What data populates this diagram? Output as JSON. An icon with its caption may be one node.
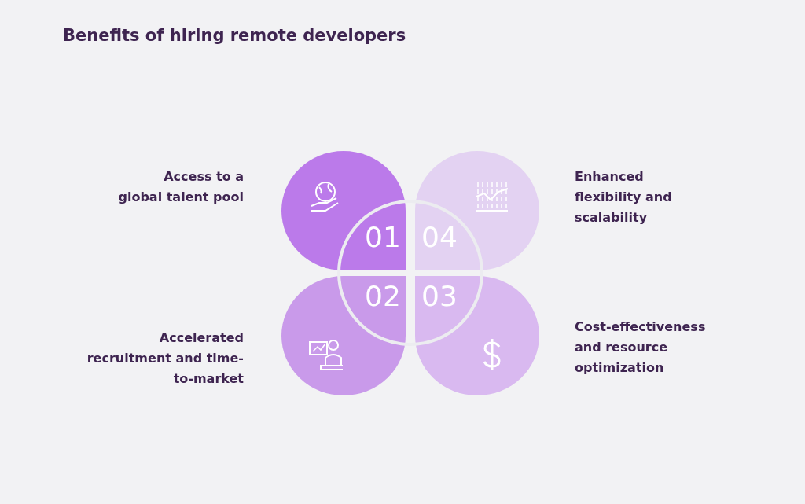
{
  "diagram": {
    "title": "Benefits of hiring remote developers",
    "nodes": [
      {
        "text": [
          "01"
        ],
        "beside": [
          "Access to a global talent pool"
        ]
      },
      {
        "text": [
          "02"
        ],
        "beside": [
          "Accelerated recruitment and time-to-market"
        ]
      },
      {
        "text": [
          "03"
        ],
        "beside": [
          "Cost-effectiveness and resource optimization"
        ]
      },
      {
        "text": [
          "04"
        ],
        "beside": [
          "Enhanced flexibility and scalability"
        ]
      }
    ]
  }
}
